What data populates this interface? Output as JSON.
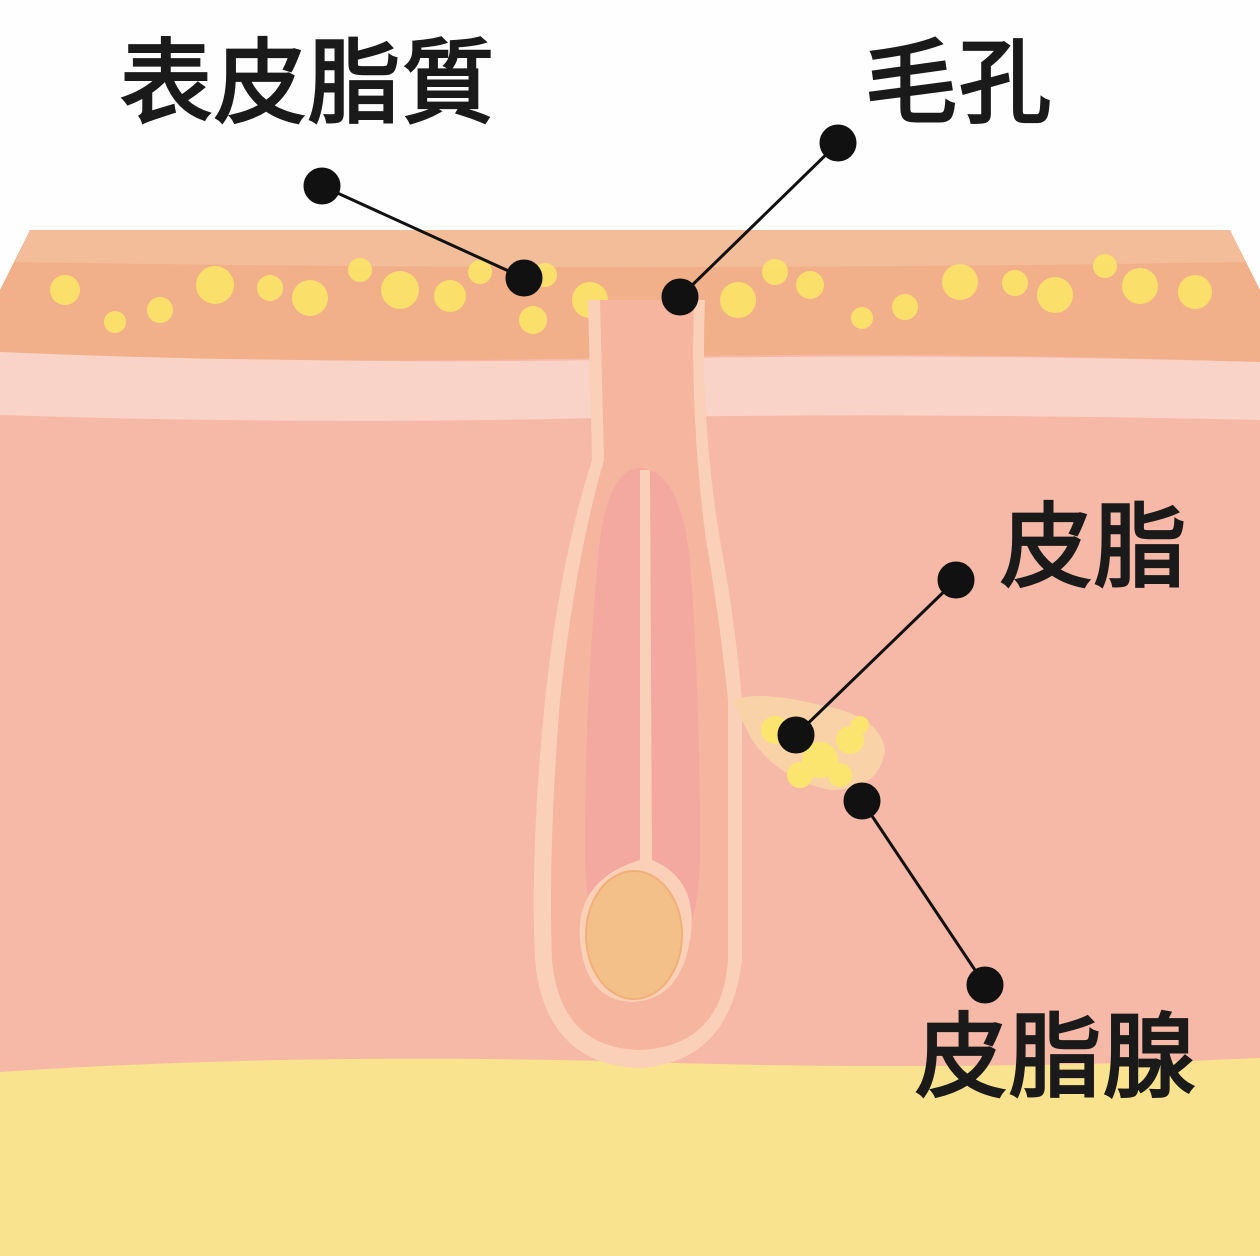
{
  "labels": {
    "surface_lipids": "表皮脂質",
    "pore": "毛孔",
    "sebum": "皮脂",
    "sebaceous_gland": "皮脂腺"
  },
  "colors": {
    "epidermis": "#f1b08a",
    "epidermis_top": "#f4bd9a",
    "band": "#f9d3c8",
    "dermis": "#f6b8a7",
    "follicle_outline": "#fbd0b8",
    "follicle_inner": "#f3a8a0",
    "bulb": "#f4c08a",
    "fat": "#f9e38e",
    "lipid": "#fbe36a",
    "marker": "#111111"
  }
}
